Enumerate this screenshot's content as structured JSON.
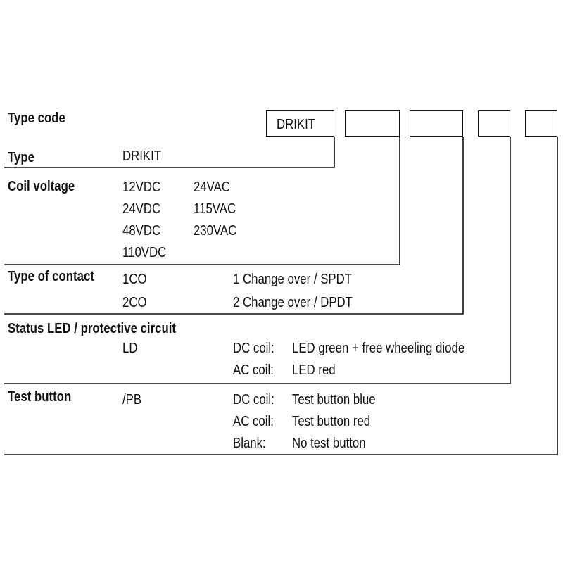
{
  "type_code": {
    "label": "Type code",
    "box1_value": "DRIKIT"
  },
  "type": {
    "label": "Type",
    "value": "DRIKIT"
  },
  "coil_voltage": {
    "label": "Coil voltage",
    "dc": [
      "12VDC",
      "24VDC",
      "48VDC",
      "110VDC"
    ],
    "ac": [
      "24VAC",
      "115VAC",
      "230VAC"
    ]
  },
  "type_of_contact": {
    "label": "Type of contact",
    "options": [
      {
        "code": "1CO",
        "desc": "1 Change over / SPDT"
      },
      {
        "code": "2CO",
        "desc": "2 Change over / DPDT"
      }
    ]
  },
  "status_led": {
    "label": "Status LED / protective circuit",
    "code": "LD",
    "rows": [
      {
        "key": "DC coil:",
        "desc": "LED green + free wheeling diode"
      },
      {
        "key": "AC coil:",
        "desc": "LED red"
      }
    ]
  },
  "test_button": {
    "label": "Test button",
    "code": "/PB",
    "rows": [
      {
        "key": "DC coil:",
        "desc": "Test button blue"
      },
      {
        "key": "AC coil:",
        "desc": "Test button red"
      },
      {
        "key": "Blank:",
        "desc": "No test button"
      }
    ]
  }
}
